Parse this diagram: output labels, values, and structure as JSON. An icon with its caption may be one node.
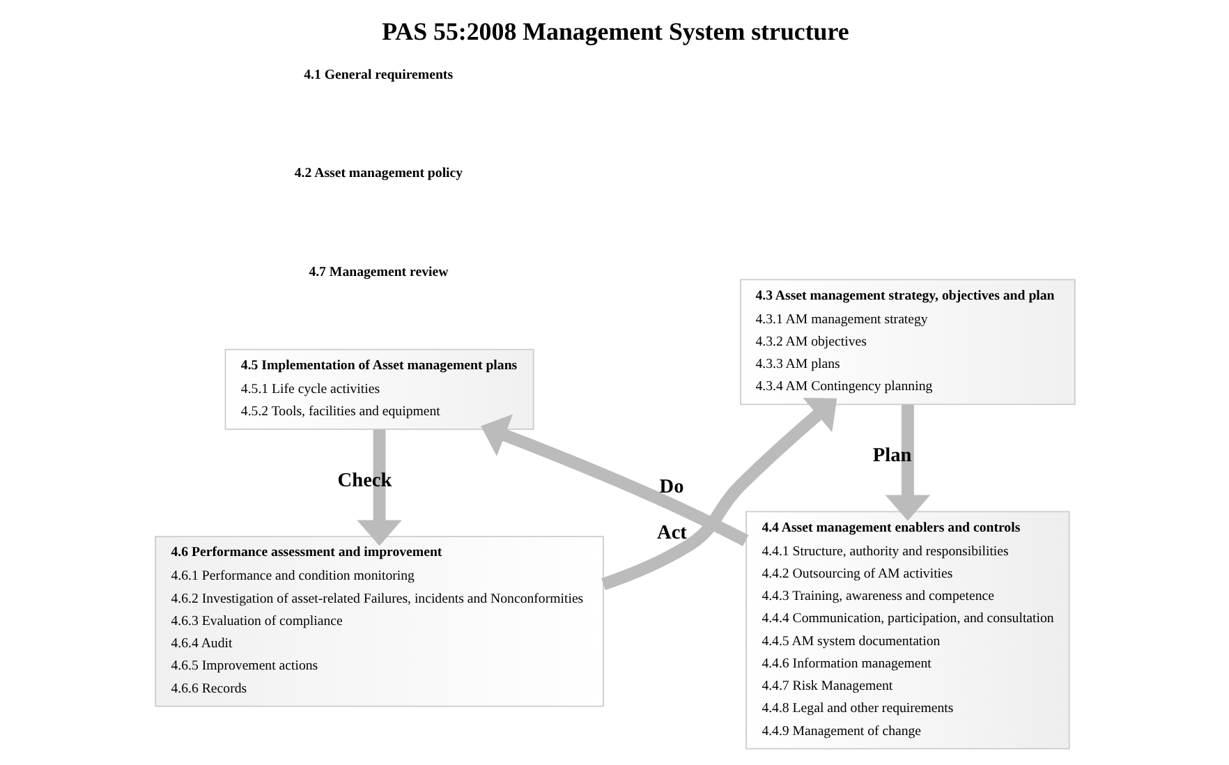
{
  "diagram": {
    "title": "PAS 55:2008 Management System structure",
    "nodes": [
      {
        "text": [
          "4.6 Performance assessment and improvement",
          "4.6.1 Performance and condition monitoring",
          "4.6.2 Investigation of asset-related Failures, incidents and Nonconformities",
          "4.6.3 Evaluation of compliance",
          "4.6.4 Audit",
          "4.6.5 Improvement actions",
          "4.6.6 Records"
        ]
      },
      {
        "text": [
          "4.3 Asset management strategy, objectives and plan",
          "4.3.1 AM management strategy",
          "4.3.2 AM objectives",
          "4.3.3 AM plans",
          "4.3.4 AM Contingency planning"
        ]
      },
      {
        "text": [
          "4.4 Asset management enablers and controls",
          "4.4.1 Structure, authority and responsibilities",
          "4.4.2 Outsourcing of AM activities",
          "4.4.3 Training, awareness and competence",
          "4.4.4 Communication, participation, and consultation",
          "4.4.5 AM system documentation",
          "4.4.6 Information management",
          "4.4.7 Risk Management",
          "4.4.8 Legal and other requirements",
          "4.4.9 Management of change"
        ]
      },
      {
        "text": [
          "4.5 Implementation of Asset management plans",
          "4.5.1 Life cycle activities",
          "4.5.2 Tools, facilities and equipment"
        ]
      }
    ],
    "edges": [
      {
        "from": 0,
        "to": 1,
        "arrow": "to",
        "label": "Act"
      },
      {
        "from": 1,
        "to": 2,
        "arrow": "to",
        "label": "Plan"
      },
      {
        "from": 2,
        "to": 3,
        "arrow": "to",
        "label": "Do"
      },
      {
        "from": 3,
        "to": 0,
        "arrow": "to",
        "label": "Check"
      }
    ],
    "labels": [
      "4.7 Management review",
      "4.2 Asset management policy",
      "4.1 General requirements"
    ]
  }
}
